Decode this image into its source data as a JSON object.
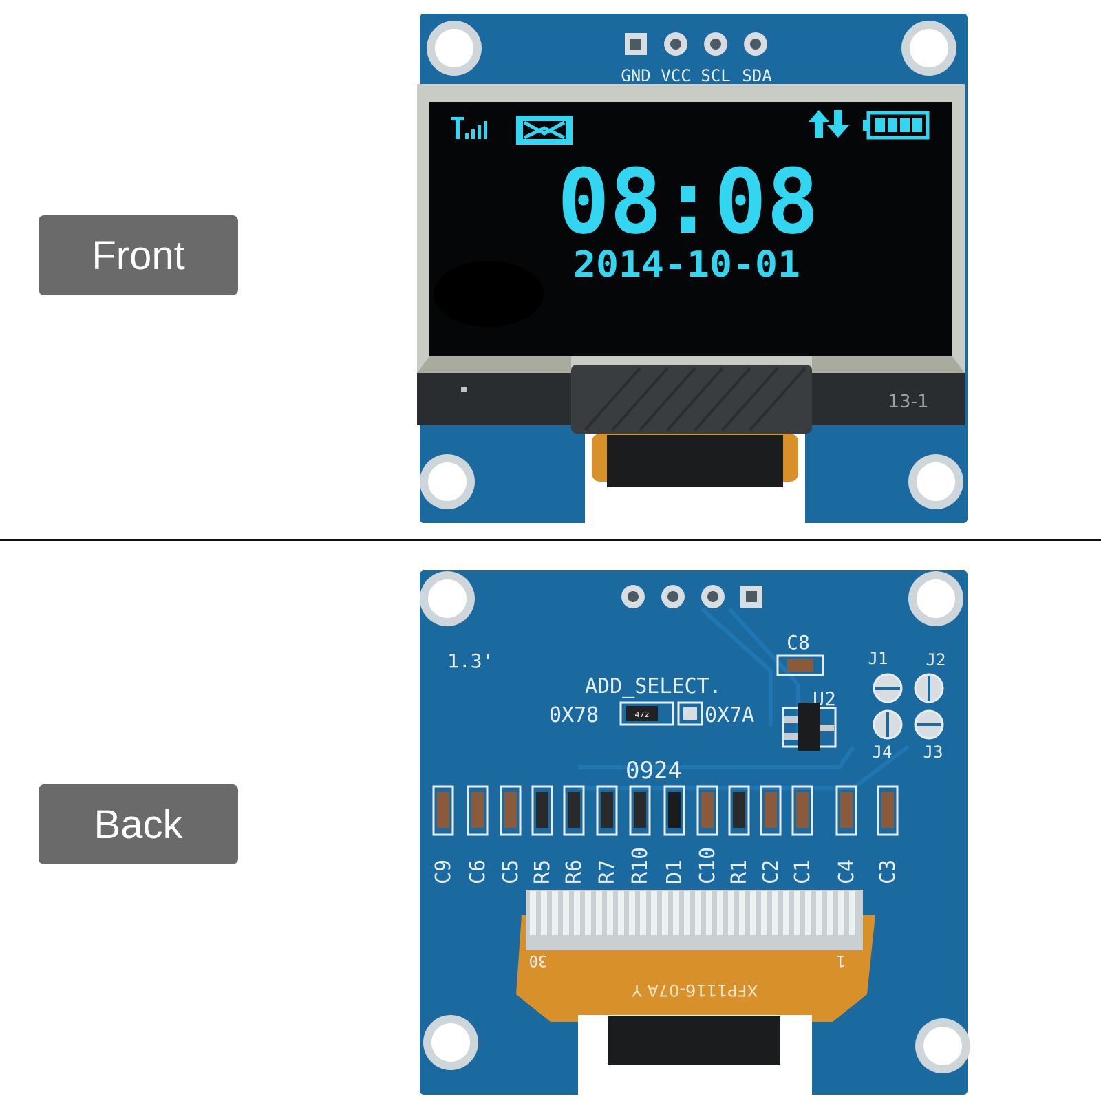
{
  "labels": {
    "front": "Front",
    "back": "Back"
  },
  "front": {
    "pin_labels": [
      "GND",
      "VCC",
      "SCL",
      "SDA"
    ],
    "screen": {
      "time": "08:08",
      "date": "2014-10-01"
    },
    "panel_code": "13-1"
  },
  "back": {
    "size_label": "1.3'",
    "addr_title": "ADD_SELECT.",
    "addr_options": [
      "0X78",
      "0X7A"
    ],
    "resistor_marking": "472",
    "batch_code": "0924",
    "cap_c8": "C8",
    "u2": "U2",
    "jumpers": [
      "J1",
      "J2",
      "J3",
      "J4"
    ],
    "component_labels": [
      "C9",
      "C6",
      "C5",
      "R5",
      "R6",
      "R7",
      "R10",
      "D1",
      "C10",
      "R1",
      "C2",
      "C1",
      "C4",
      "C3"
    ],
    "flex_pin_high": "30",
    "flex_pin_low": "1",
    "flex_code": "XFP1116-07A Y"
  },
  "colors": {
    "pcb": "#1a6aa0",
    "oled_text": "#33d6f0",
    "label_bg": "#6a6a6a",
    "flex": "#d8902a"
  }
}
